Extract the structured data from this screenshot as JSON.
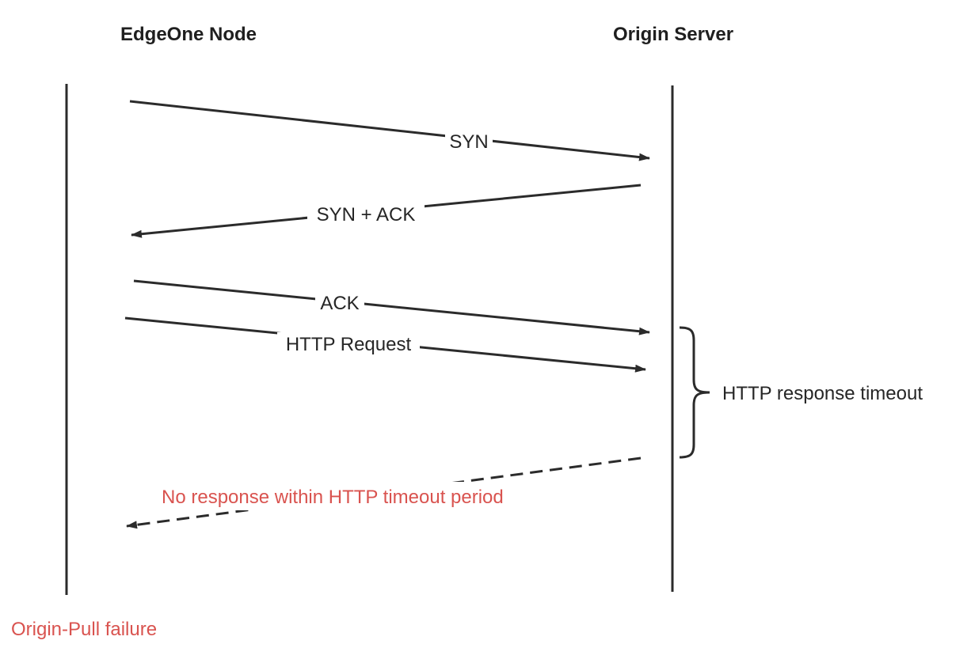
{
  "participants": {
    "left": "EdgeOne Node",
    "right": "Origin Server"
  },
  "messages": {
    "syn": "SYN",
    "syn_ack": "SYN + ACK",
    "ack": "ACK",
    "http_request": "HTTP Request",
    "no_response": "No response within HTTP timeout period"
  },
  "brace_label": "HTTP response timeout",
  "footer_label": "Origin-Pull failure",
  "colors": {
    "line": "#2b2b2b",
    "text": "#262626",
    "alert": "#d9534f"
  }
}
